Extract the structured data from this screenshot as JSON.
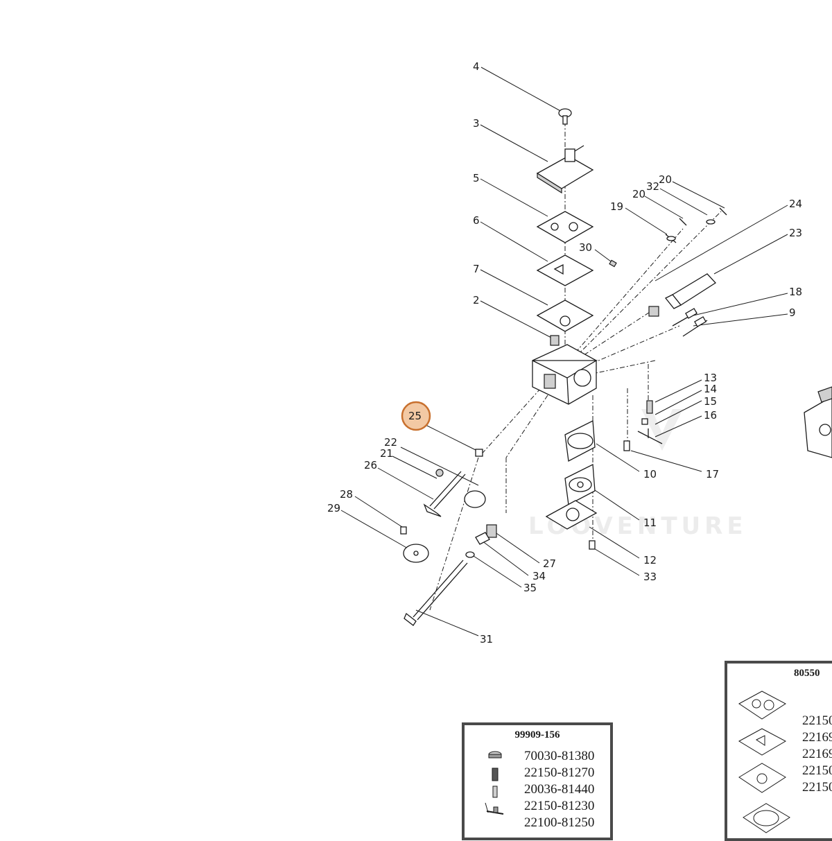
{
  "diagram": {
    "callouts": [
      "4",
      "3",
      "5",
      "6",
      "7",
      "2",
      "30",
      "19",
      "20",
      "32",
      "20",
      "24",
      "23",
      "18",
      "9",
      "13",
      "14",
      "15",
      "16",
      "10",
      "17",
      "11",
      "12",
      "33",
      "25",
      "22",
      "21",
      "26",
      "28",
      "29",
      "27",
      "34",
      "35",
      "31"
    ],
    "highlighted_callout": "25",
    "watermark": "LOOVENTURE"
  },
  "kit_small": {
    "title": "99909-156",
    "parts": [
      "70030-81380",
      "22150-81270",
      "20036-81440",
      "22150-81230",
      "22100-81250"
    ]
  },
  "kit_large": {
    "title": "80550",
    "parts": [
      "22150",
      "22169",
      "22169",
      "22150",
      "22150"
    ]
  },
  "colors": {
    "highlight_fill": "#f3c9a4",
    "highlight_stroke": "#c8702e",
    "kit_border": "#4a4a4a"
  }
}
